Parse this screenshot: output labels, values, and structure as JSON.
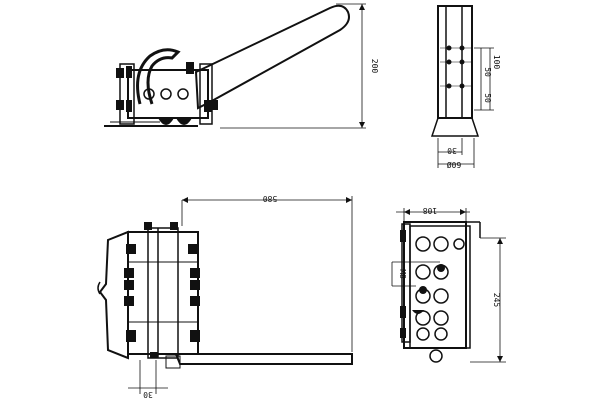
{
  "side_view": {
    "height_label": "200"
  },
  "end_view": {
    "dim_100": "100",
    "dim_50_upper": "50",
    "dim_50_lower": "50",
    "dim_30": "30",
    "dim_60": "60Ø"
  },
  "plan_view": {
    "length_label": "580",
    "dim_30": "30"
  },
  "front_view": {
    "width_label": "108",
    "m8_label": "M8",
    "height_label": "245"
  }
}
